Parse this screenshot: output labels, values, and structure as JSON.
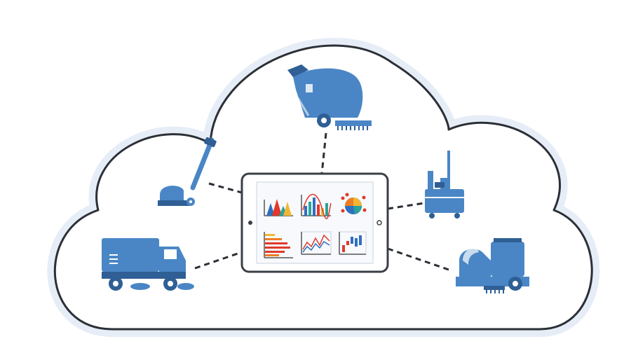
{
  "colors": {
    "machine_blue": "#4a86c5",
    "machine_dark": "#2f5f94",
    "cloud_stroke": "#2b2f36",
    "cloud_glow": "#e6edf7",
    "connector": "#2b2f36",
    "tablet_frame": "#3a3f47",
    "chart_red": "#e0392b",
    "chart_blue": "#2f6fbf",
    "chart_teal": "#2aa39a",
    "chart_yellow": "#f2b632",
    "chart_orange": "#ef7d24"
  },
  "nodes": [
    {
      "name": "floor-scrubber",
      "icon": "floor-scrubber-icon"
    },
    {
      "name": "upright-vacuum",
      "icon": "upright-vacuum-icon"
    },
    {
      "name": "janitor-cart",
      "icon": "janitor-cart-icon"
    },
    {
      "name": "street-sweeper",
      "icon": "street-sweeper-icon"
    },
    {
      "name": "ride-on-scrubber",
      "icon": "ride-on-scrubber-icon"
    }
  ],
  "hub": {
    "icon": "tablet-dashboard-icon"
  }
}
